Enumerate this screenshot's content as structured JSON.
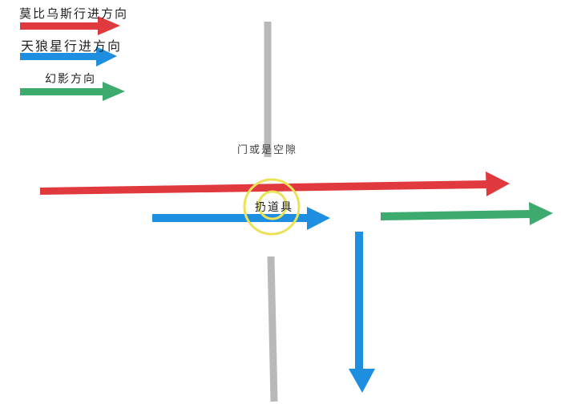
{
  "legend": [
    {
      "label": "莫比乌斯行进方向",
      "color": "#e0393e"
    },
    {
      "label": "天狼星行进方向",
      "color": "#1e8fe0"
    },
    {
      "label": "幻影方向",
      "color": "#3dab6e"
    }
  ],
  "annotations": {
    "gap": "门或是空隙",
    "throw_item": "扔道具"
  },
  "colors": {
    "wall": "#b9b9b9",
    "circle": "#ece25a"
  }
}
